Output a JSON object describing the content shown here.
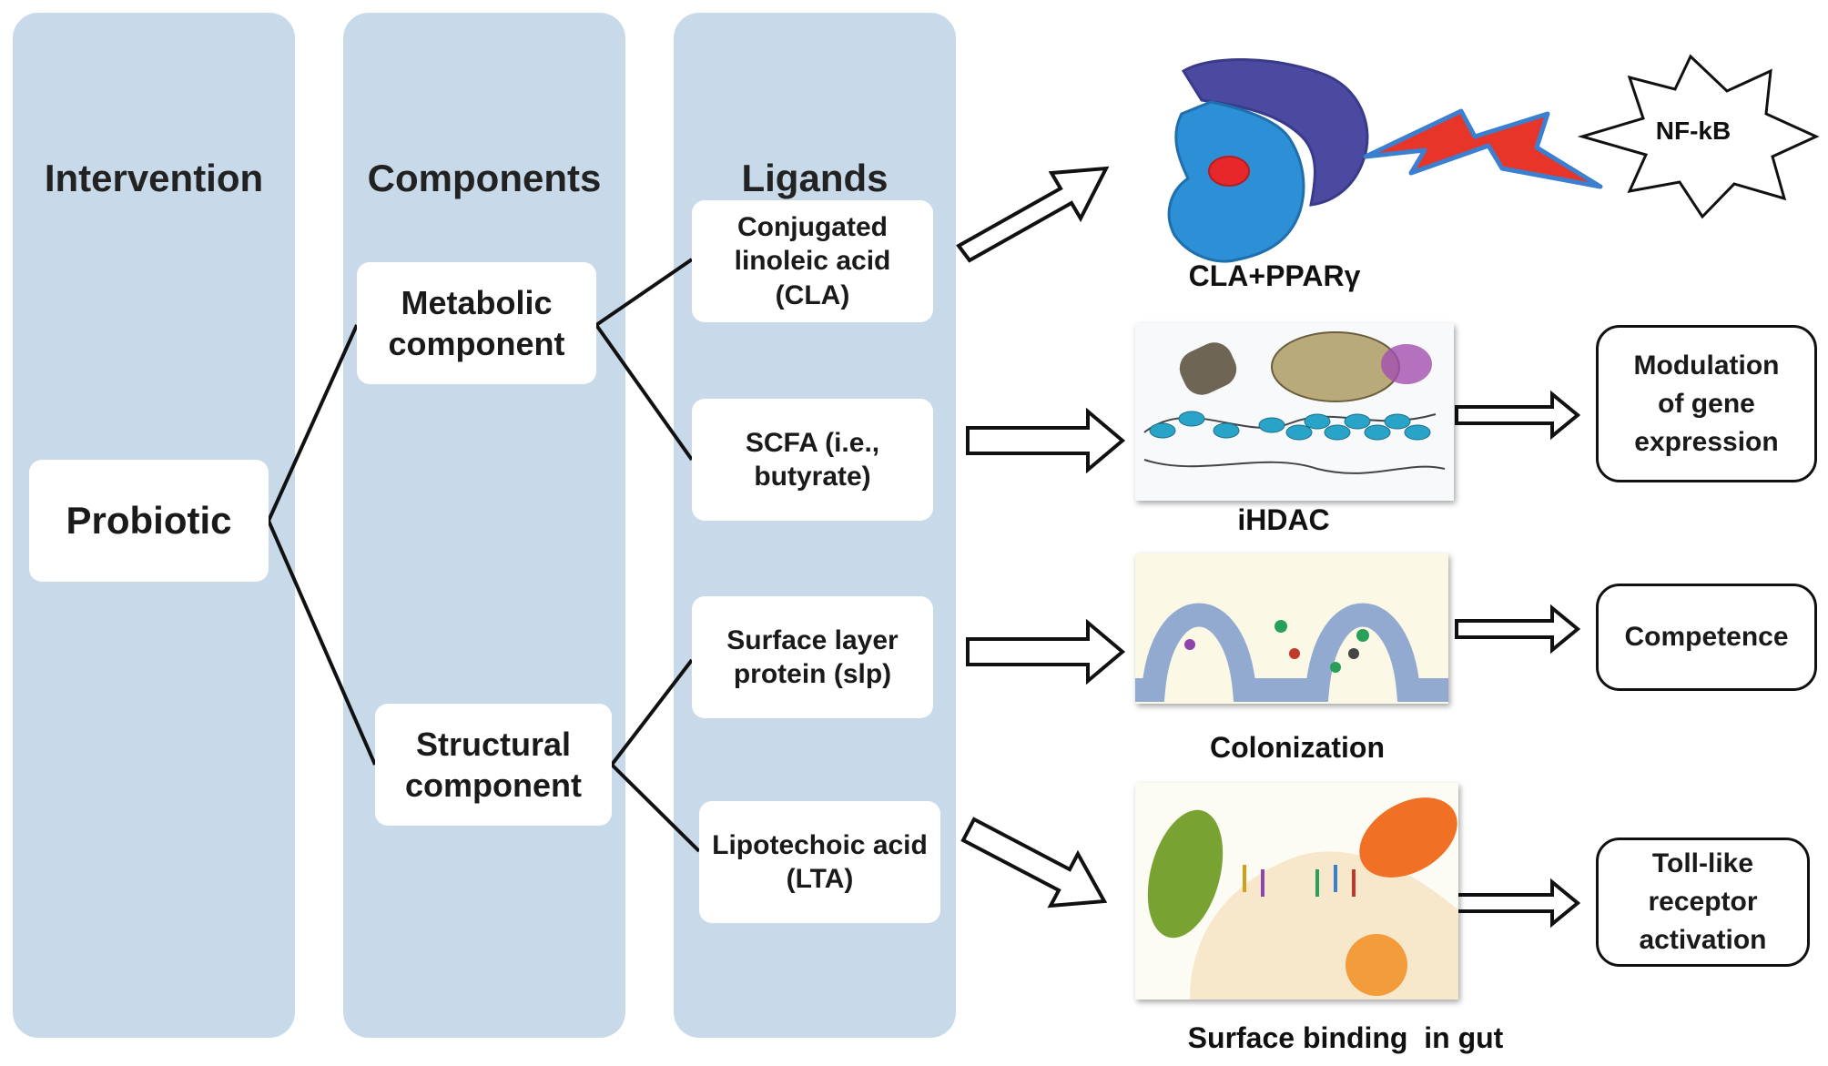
{
  "columns": {
    "intervention": "Intervention",
    "components": "Components",
    "ligands": "Ligands"
  },
  "intervention": {
    "probiotic": "Probiotic"
  },
  "components": {
    "metabolic": "Metabolic\ncomponent",
    "structural": "Structural\ncomponent"
  },
  "ligands": {
    "cla": "Conjugated\nlinoleic acid\n(CLA)",
    "scfa": "SCFA (i.e.,\nbutyrate)",
    "slp": "Surface layer\nprotein (slp)",
    "lta": "Lipotechoic acid\n(LTA)"
  },
  "mechanisms": {
    "cla_ppar": "CLA+PPARγ",
    "nfkb": "NF-kB",
    "ihdac": "iHDAC",
    "colonization": "Colonization",
    "surface_binding": "Surface binding  in gut"
  },
  "outcomes": {
    "gene_expression": "Modulation\nof gene\nexpression",
    "competence": "Competence",
    "tlr": "Toll-like\nreceptor\nactivation"
  },
  "colors": {
    "column_fill": "#c8d9ea",
    "cell_blue": "#2d8fd5",
    "cell_purple": "#4b4aa0",
    "nucleus_red": "#e8272a",
    "bolt_red": "#e8352a",
    "bolt_blue": "#3a7fd0"
  }
}
